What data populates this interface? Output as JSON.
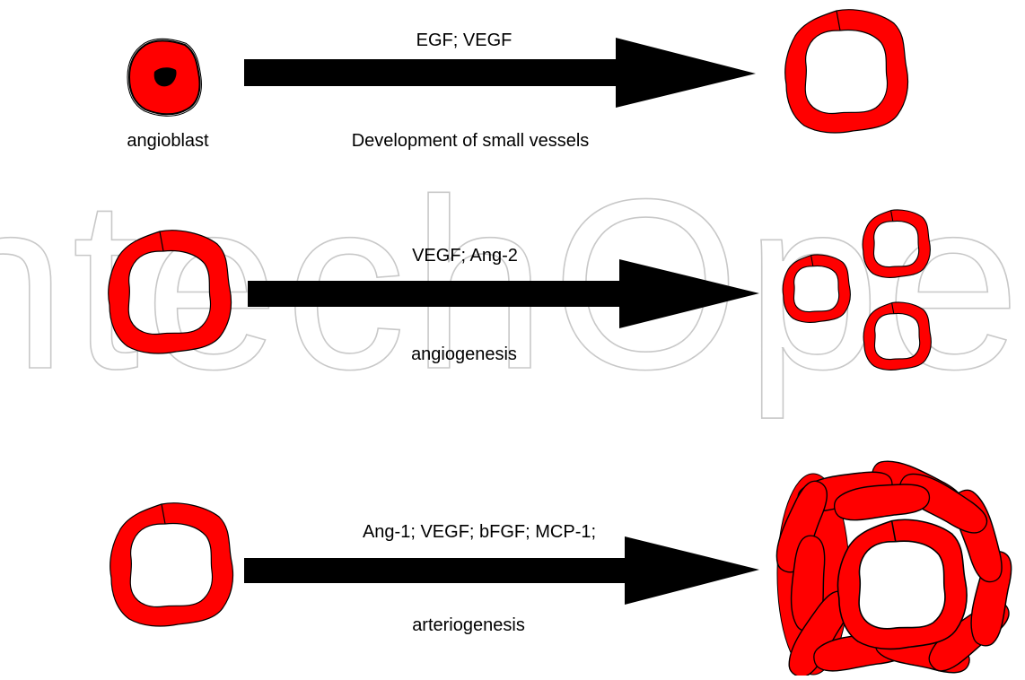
{
  "watermark": "IntechOpen",
  "rows": [
    {
      "factors": "EGF; VEGF",
      "process": "Development of small vessels",
      "source_label": "angioblast"
    },
    {
      "factors": "VEGF; Ang-2",
      "process": "angiogenesis"
    },
    {
      "factors": "Ang-1; VEGF; bFGF; MCP-1;",
      "process": "arteriogenesis"
    }
  ],
  "colors": {
    "vessel_fill": "#ff0000",
    "outline": "#000000",
    "arrow": "#000000",
    "watermark": "#c8c8c8"
  }
}
